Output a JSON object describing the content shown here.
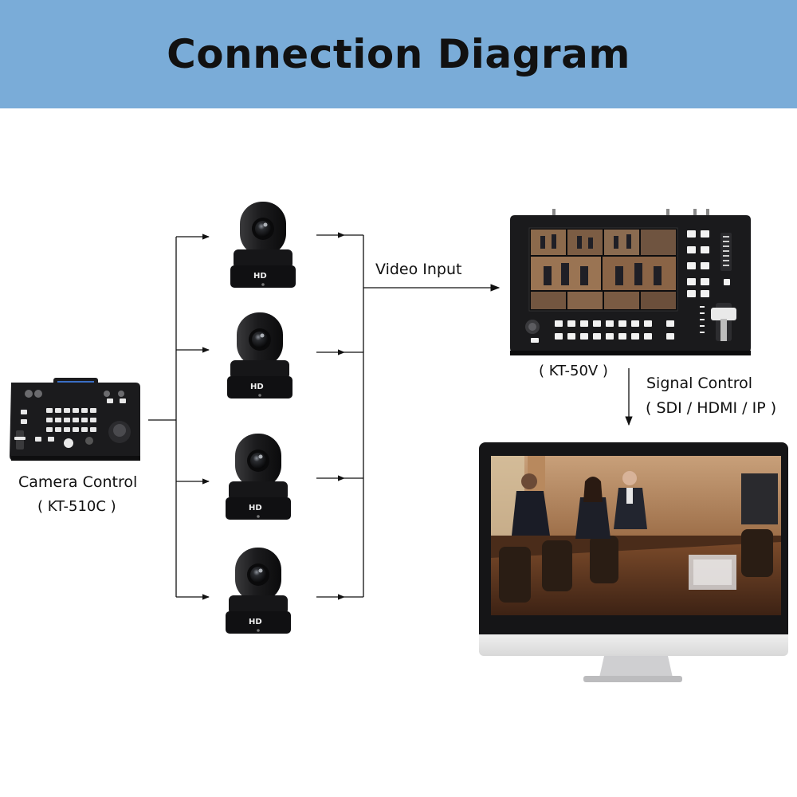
{
  "title": "Connection Diagram",
  "controller": {
    "name": "Camera Control",
    "model": "( KT-510C )",
    "screen_text": ""
  },
  "cameras": [
    {
      "badge": "HD"
    },
    {
      "badge": "HD"
    },
    {
      "badge": "HD"
    },
    {
      "badge": "HD"
    }
  ],
  "links": {
    "video_input": "Video Input",
    "signal_control": "Signal Control",
    "signal_types": "( SDI / HDMI / IP )"
  },
  "switcher": {
    "model": "( KT-50V )"
  },
  "colors": {
    "header_bg": "#7aacd8",
    "device_body": "#1c1c1e",
    "line": "#111111"
  }
}
